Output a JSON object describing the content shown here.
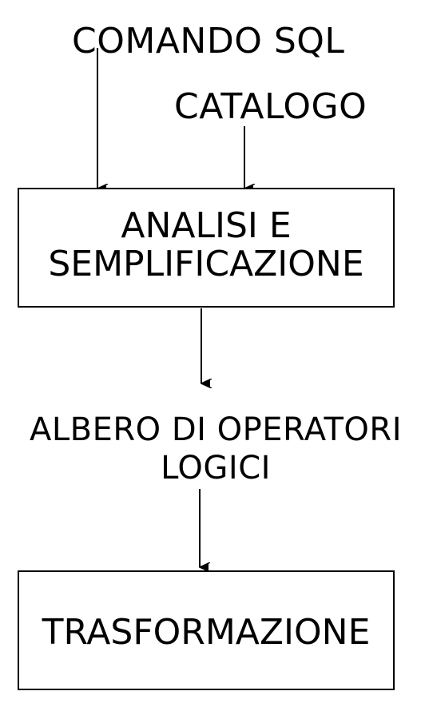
{
  "inputs": {
    "sql_command": "COMANDO SQL",
    "catalog": "CATALOGO"
  },
  "step_analysis": {
    "line1": "ANALISI E",
    "line2": "SEMPLIFICAZIONE"
  },
  "intermediate": {
    "line1": "ALBERO DI OPERATORI",
    "line2": "LOGICI"
  },
  "step_transform": {
    "label": "TRASFORMAZIONE"
  },
  "colors": {
    "stroke": "#000000",
    "background": "#ffffff"
  }
}
